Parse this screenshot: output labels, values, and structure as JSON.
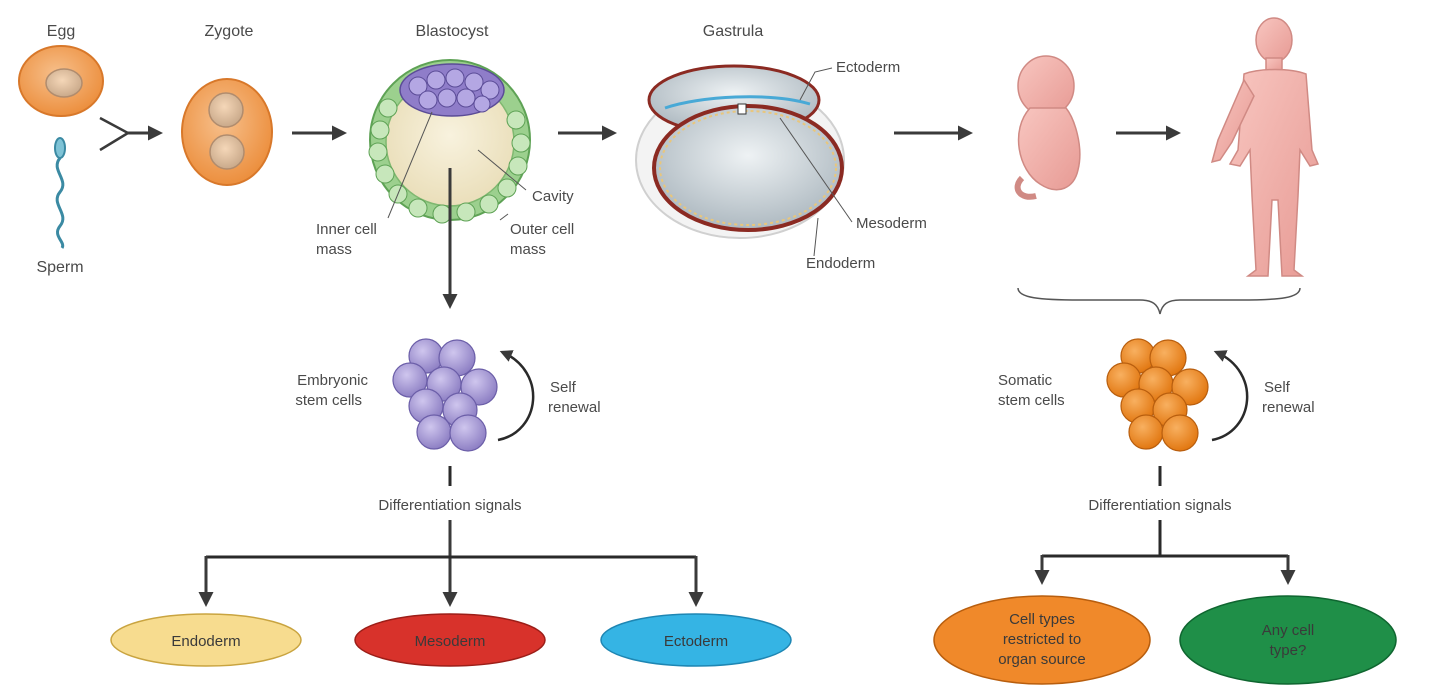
{
  "stages": {
    "egg": "Egg",
    "zygote": "Zygote",
    "blastocyst": "Blastocyst",
    "gastrula": "Gastrula",
    "sperm": "Sperm"
  },
  "blastocyst_parts": {
    "cavity": "Cavity",
    "inner_cell_mass": [
      "Inner cell",
      "mass"
    ],
    "outer_cell_mass": [
      "Outer cell",
      "mass"
    ]
  },
  "gastrula_layers": {
    "ectoderm": "Ectoderm",
    "mesoderm": "Mesoderm",
    "endoderm": "Endoderm"
  },
  "embryonic": {
    "label": [
      "Embryonic",
      "stem cells"
    ],
    "self_renewal": [
      "Self",
      "renewal"
    ],
    "signals": "Differentiation signals",
    "outcomes": [
      {
        "text": "Endoderm",
        "color": "#f7dc8f"
      },
      {
        "text": "Mesoderm",
        "color": "#d8322b"
      },
      {
        "text": "Ectoderm",
        "color": "#35b4e4"
      }
    ]
  },
  "somatic": {
    "label": [
      "Somatic",
      "stem cells"
    ],
    "self_renewal": [
      "Self",
      "renewal"
    ],
    "signals": "Differentiation signals",
    "outcomes": [
      {
        "lines": [
          "Cell types",
          "restricted to",
          "organ source"
        ],
        "color": "#f0892a"
      },
      {
        "lines": [
          "Any cell",
          "type?"
        ],
        "color": "#1f8f48"
      }
    ]
  },
  "colors": {
    "orange_cell": "#f0a35b",
    "purple_cell": "#a89bd4",
    "somatic_cell": "#f08a22",
    "skin": "#f4b3ad",
    "arrow": "#3a3a3a"
  }
}
